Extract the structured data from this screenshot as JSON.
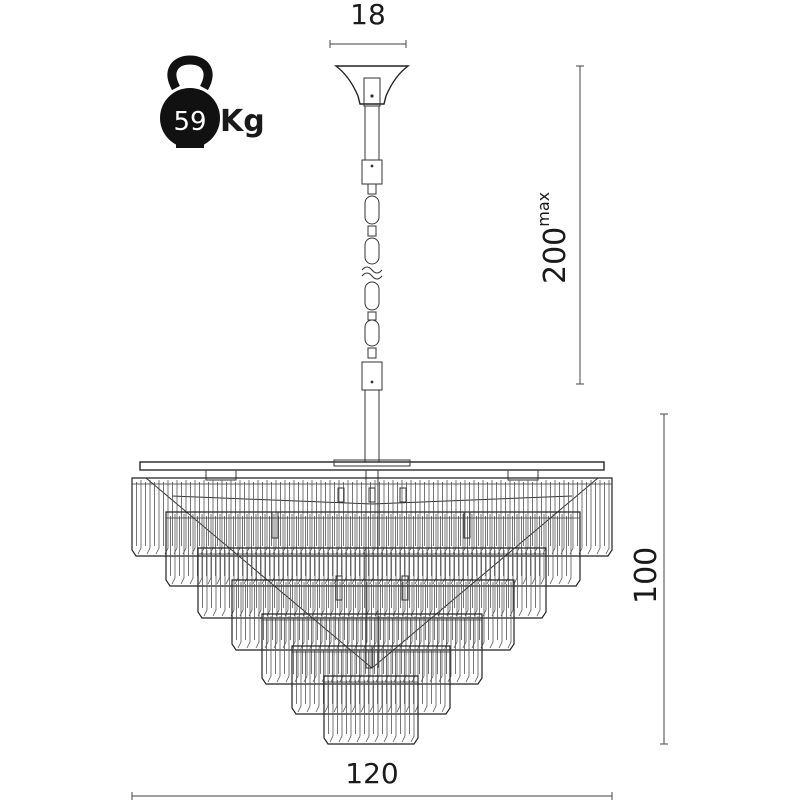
{
  "dimensions": {
    "top_width": "18",
    "height_max_value": "200",
    "height_max_suffix": "max",
    "body_height": "100",
    "diameter": "120"
  },
  "weight": {
    "value": "59",
    "unit": "Kg",
    "icon": "kettlebell-icon"
  },
  "colors": {
    "line": "#222222",
    "weight_badge": "#111111",
    "weight_text": "#ffffff"
  }
}
